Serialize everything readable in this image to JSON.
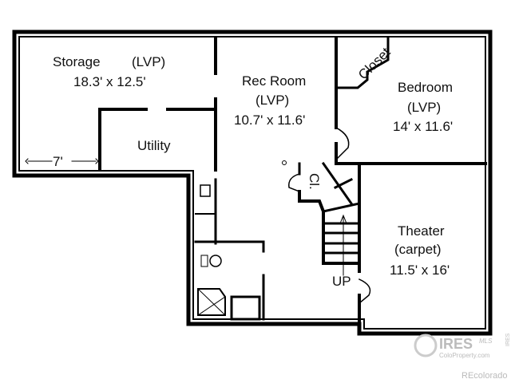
{
  "floorplan": {
    "rooms": [
      {
        "id": "storage",
        "name": "Storage",
        "floor": "(LVP)",
        "dims": "18.3' x 12.5'"
      },
      {
        "id": "utility",
        "name": "Utility"
      },
      {
        "id": "rec-room",
        "name": "Rec Room",
        "floor": "(LVP)",
        "dims": "10.7' x 11.6'"
      },
      {
        "id": "closet",
        "name": "Closet"
      },
      {
        "id": "bedroom",
        "name": "Bedroom",
        "floor": "(LVP)",
        "dims": "14' x 11.6'"
      },
      {
        "id": "stair-closet",
        "name": "Cl."
      },
      {
        "id": "theater",
        "name": "Theater",
        "floor": "(carpet)",
        "dims": "11.5' x 16'"
      }
    ],
    "dimension_7ft": "7'",
    "stairs_label": "UP"
  },
  "watermark": {
    "brand": "IRES",
    "mls": "MLS",
    "site": "ColoProperty.com",
    "side": "IRES",
    "credit": "REcolorado"
  }
}
